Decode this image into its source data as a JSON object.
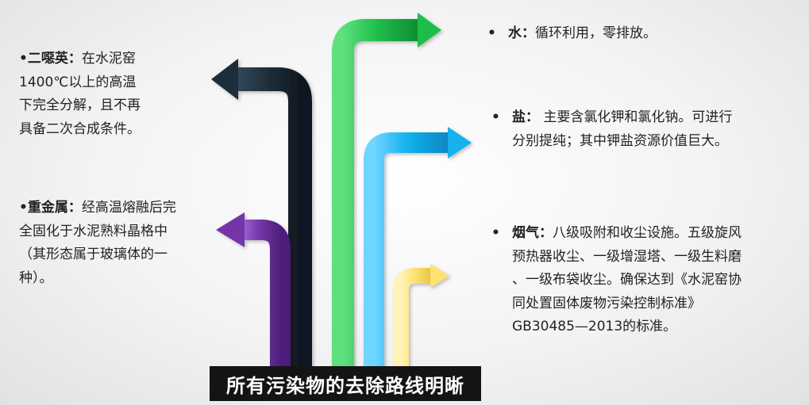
{
  "caption": "所有污染物的去除路线明晰",
  "colors": {
    "arrow_dark": "#1f2e3a",
    "arrow_green": "#1ebe4a",
    "arrow_blue": "#12b2ee",
    "arrow_purple": "#7435a8",
    "arrow_yellow": "#ffe172"
  },
  "left_notes": [
    {
      "term": "二噁英：",
      "lines": [
        "在水泥窑",
        "1400℃以上的高温",
        "下完全分解，且不再",
        "具备二次合成条件。"
      ]
    },
    {
      "term": "重金属：",
      "lines": [
        "经高温熔融后完",
        "全固化于水泥熟料晶格中",
        "（其形态属于玻璃体的一",
        "种）。"
      ]
    }
  ],
  "right_notes": [
    {
      "bullet": "•",
      "term": "水：",
      "lines": [
        "循环利用，零排放。"
      ]
    },
    {
      "bullet": "•",
      "term": "盐：",
      "lines": [
        " 主要含氯化钾和氯化钠。可进行",
        "分别提纯；其中钾盐资源价值巨大。"
      ]
    },
    {
      "bullet": "•",
      "term": "烟气：",
      "lines": [
        "八级吸附和收尘设施。五级旋风",
        "预热器收尘、一级增湿塔、一级生料磨",
        "、一级布袋收尘。确保达到《水泥窑协",
        "同处置固体废物污染控制标准》",
        "GB30485—2013的标准。"
      ]
    }
  ]
}
